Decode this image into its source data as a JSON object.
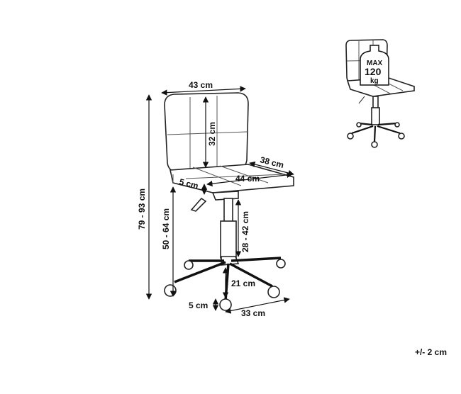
{
  "dimensions": {
    "seat_width_back": "43 cm",
    "back_height": "32 cm",
    "seat_depth": "38 cm",
    "seat_width": "44 cm",
    "seat_thickness": "5 cm",
    "total_height": "79 - 93 cm",
    "seat_height": "50 - 64 cm",
    "gas_lift": "28 - 42 cm",
    "base_height": "21 cm",
    "caster_height": "5 cm",
    "base_radius": "33 cm"
  },
  "badge": {
    "max_label": "MAX",
    "weight_value": "120",
    "unit": "kg"
  },
  "tolerance": "+/- 2 cm"
}
